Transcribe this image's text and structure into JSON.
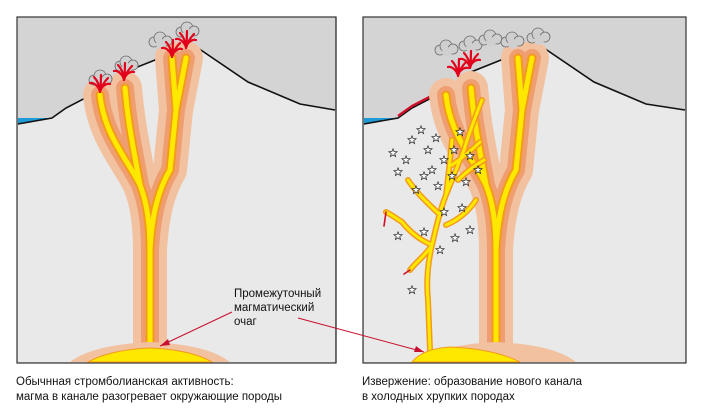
{
  "chamber_label": {
    "line1": "Промежуточный",
    "line2": "магматический",
    "line3": "очаг"
  },
  "captions": {
    "left": {
      "line1": "Обычнная стромболианская активность:",
      "line2": "магма в канале разогревает окружающие породы"
    },
    "right": {
      "line1": "Извержение: образование нового канала",
      "line2": "в холодных хрупких породах"
    }
  },
  "colors": {
    "panel_bg": "#d4d4d4",
    "volcano_body": "#e9e9e9",
    "sea": "#1e9ad6",
    "halo": "#f2c1a0",
    "halo_inner": "#ef9e72",
    "magma": "#ffe800",
    "magma_edge": "#f39a1e",
    "plume": "#e2001a",
    "crack_red": "#d0102a"
  }
}
